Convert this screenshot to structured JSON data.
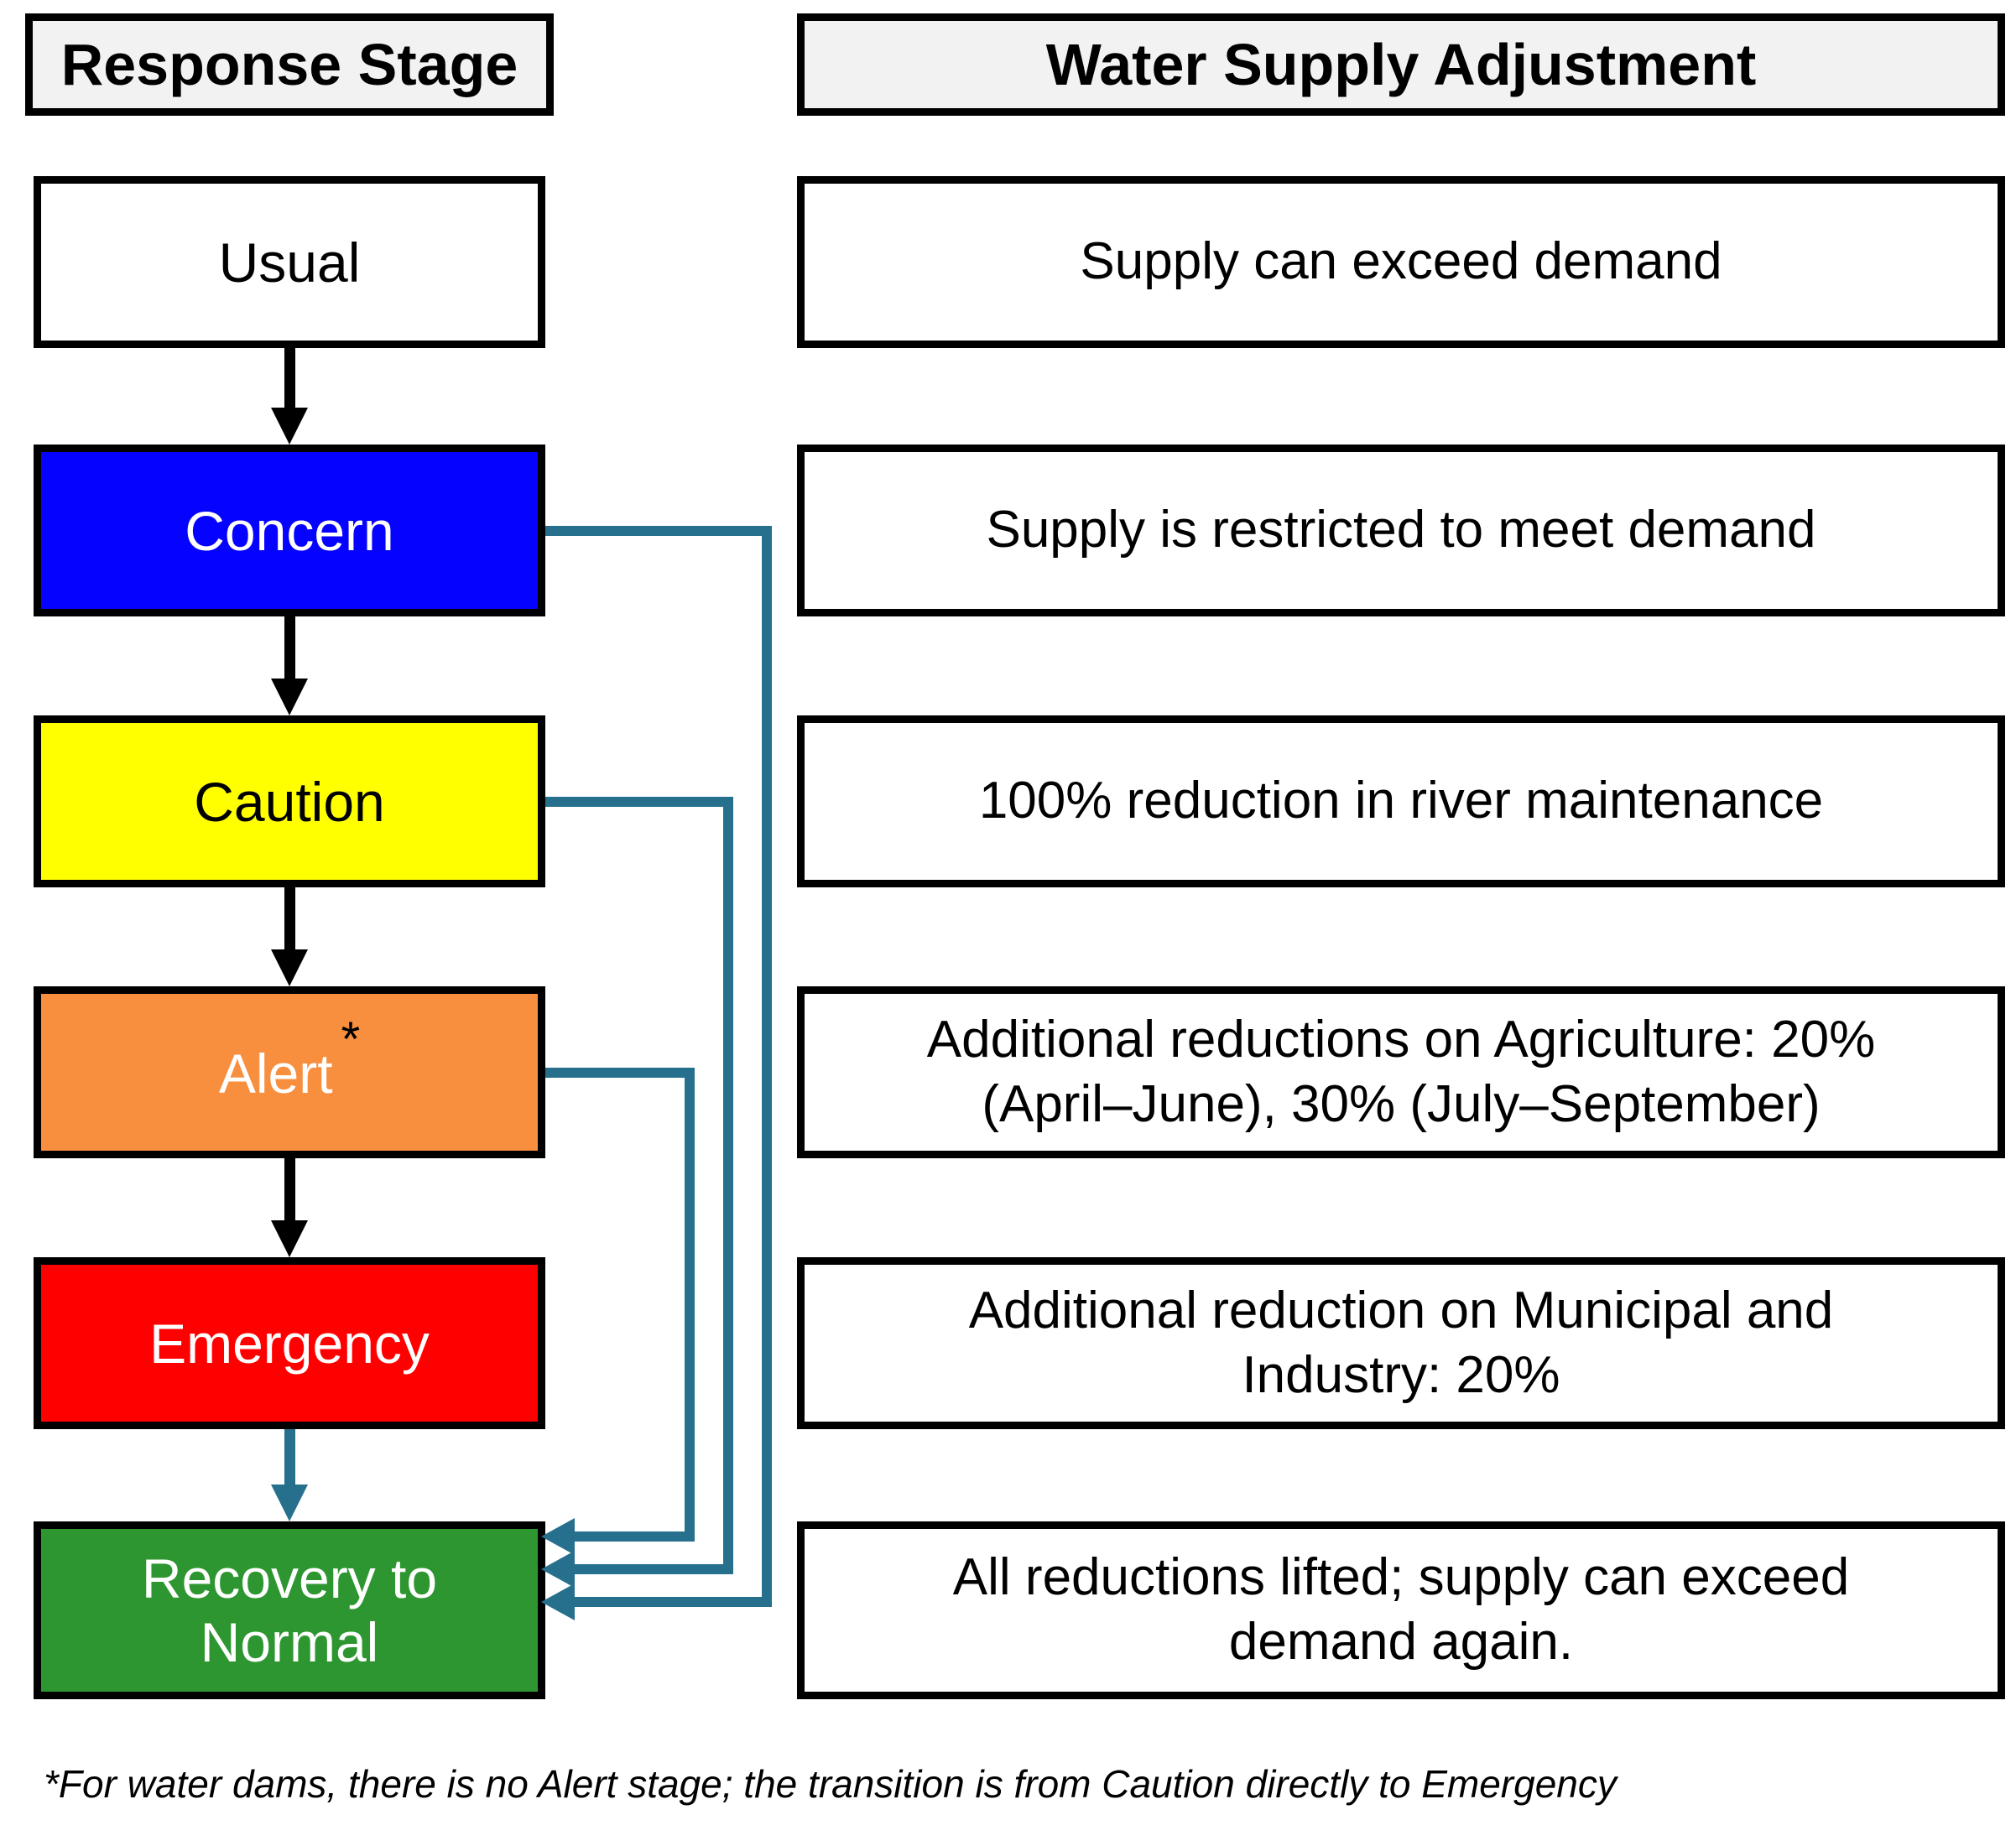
{
  "headers": {
    "left": "Response Stage",
    "right": "Water Supply Adjustment"
  },
  "stages": [
    {
      "name": "Usual",
      "adjustment": "Supply can exceed demand",
      "fill": "#FFFFFF",
      "text_color": "#000000"
    },
    {
      "name": "Concern",
      "adjustment": "Supply is restricted to meet demand",
      "fill": "#0502FF",
      "text_color": "#FFFFFF"
    },
    {
      "name": "Caution",
      "adjustment": "100% reduction in river maintenance",
      "fill": "#FFFF00",
      "text_color": "#000000"
    },
    {
      "name": "Alert",
      "footnote_marker": "*",
      "adjustment": "Additional reductions on Agriculture: 20%\n(April–June), 30% (July–September)",
      "fill": "#F78F3F",
      "text_color": "#FFFFFF"
    },
    {
      "name": "Emergency",
      "adjustment": "Additional reduction on Municipal and\nIndustry: 20%",
      "fill": "#FF0000",
      "text_color": "#FFFFFF"
    },
    {
      "name": "Recovery to\nNormal",
      "adjustment": "All reductions lifted; supply can exceed\ndemand again.",
      "fill": "#2E9631",
      "text_color": "#FFFFFF"
    }
  ],
  "footnote": "*For water dams, there is no Alert stage; the transition is from Caution directly to Emergency",
  "colors": {
    "header_fill": "#F2F2F2",
    "box_border": "#000000",
    "flow_arrow": "#000000",
    "recovery_arrow": "#26708E"
  }
}
